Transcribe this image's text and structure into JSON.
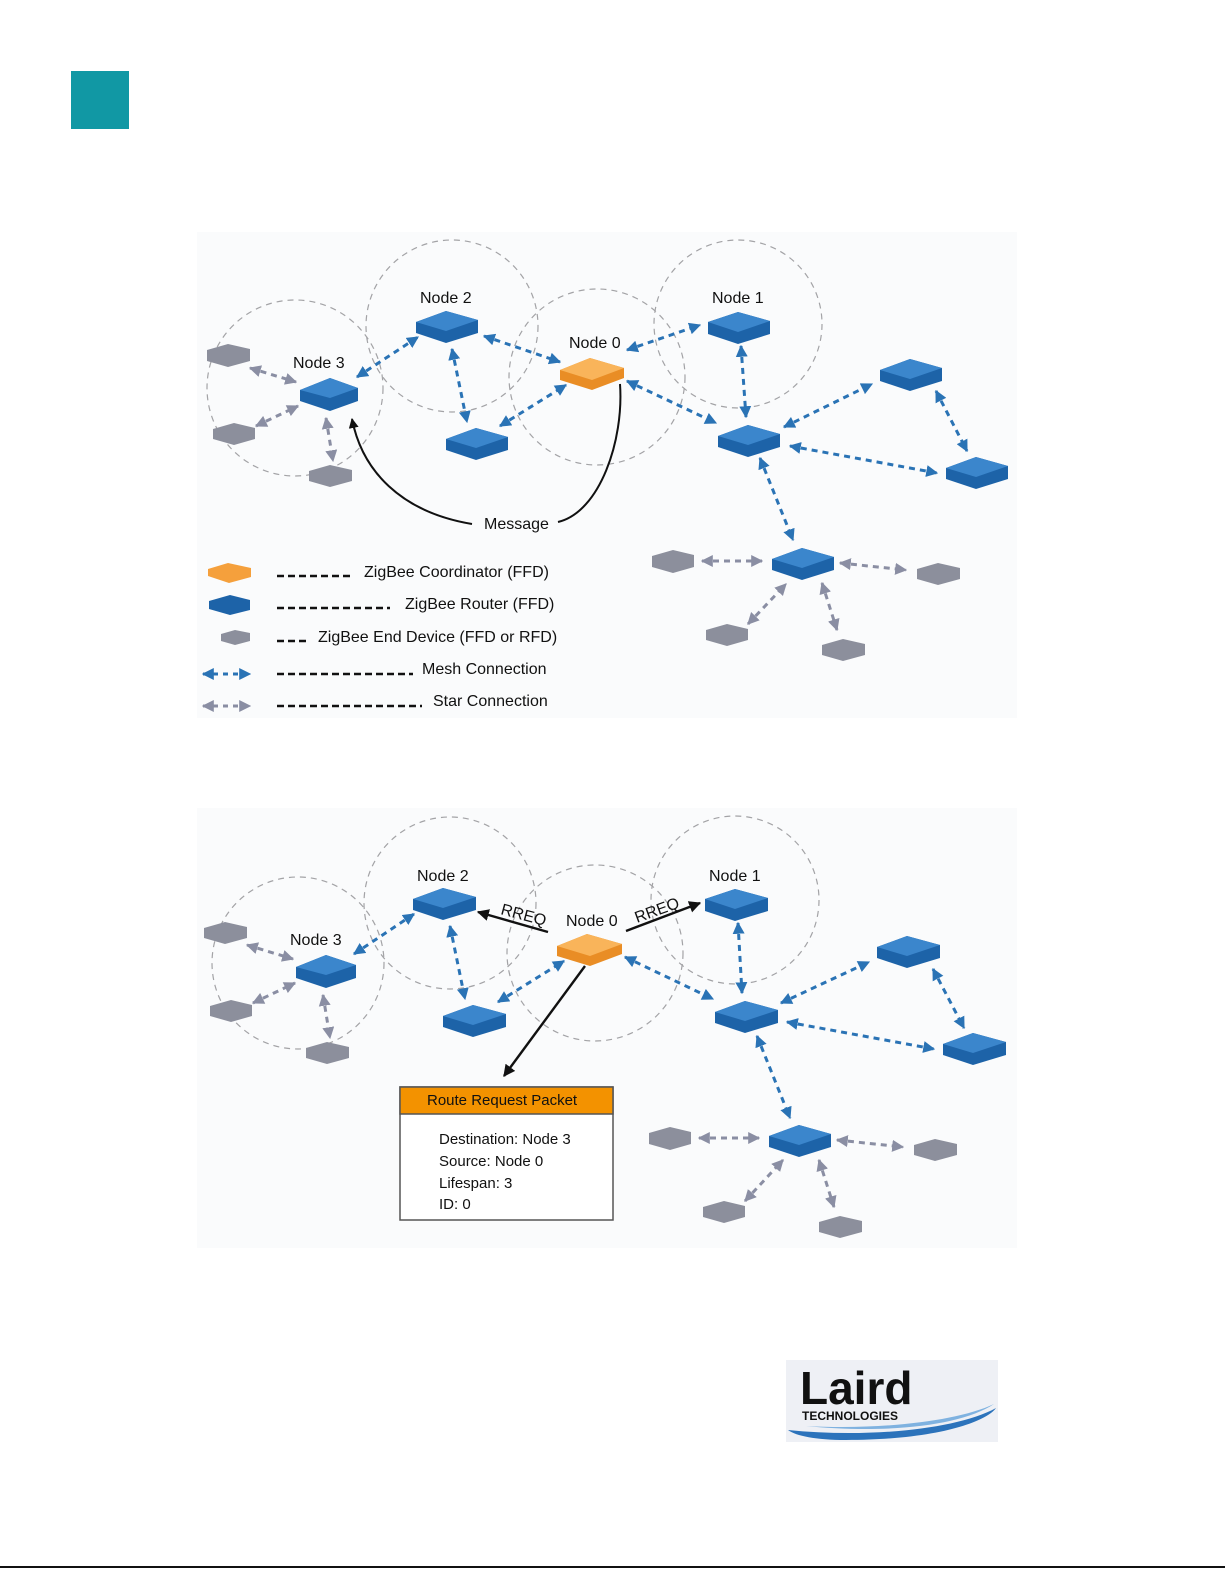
{
  "colors": {
    "accent_square": "#1198a4",
    "coordinator": "#f5a03c",
    "router": "#1d63a8",
    "end_device": "#8c8f9c",
    "mesh_line": "#2a73b5",
    "star_line": "#8a8ea3",
    "packet_header": "#f39200"
  },
  "figure1": {
    "node_labels": {
      "node0": "Node 0",
      "node1": "Node 1",
      "node2": "Node 2",
      "node3": "Node 3"
    },
    "message_label": "Message",
    "legend": [
      {
        "symbol": "coordinator",
        "text": "ZigBee Coordinator (FFD)"
      },
      {
        "symbol": "router",
        "text": "ZigBee Router (FFD)"
      },
      {
        "symbol": "end-device",
        "text": "ZigBee End Device (FFD or RFD)"
      },
      {
        "symbol": "mesh-arrow",
        "text": "Mesh Connection"
      },
      {
        "symbol": "star-arrow",
        "text": "Star Connection"
      }
    ]
  },
  "figure2": {
    "node_labels": {
      "node0": "Node 0",
      "node1": "Node 1",
      "node2": "Node 2",
      "node3": "Node 3"
    },
    "rreq_left": "RREQ",
    "rreq_right": "RREQ",
    "packet": {
      "title": "Route Request Packet",
      "lines": [
        "Destination: Node 3",
        "Source: Node 0",
        "Lifespan: 3",
        "ID: 0"
      ]
    }
  },
  "logo": {
    "word": "Laird",
    "sub": "TECHNOLOGIES"
  }
}
